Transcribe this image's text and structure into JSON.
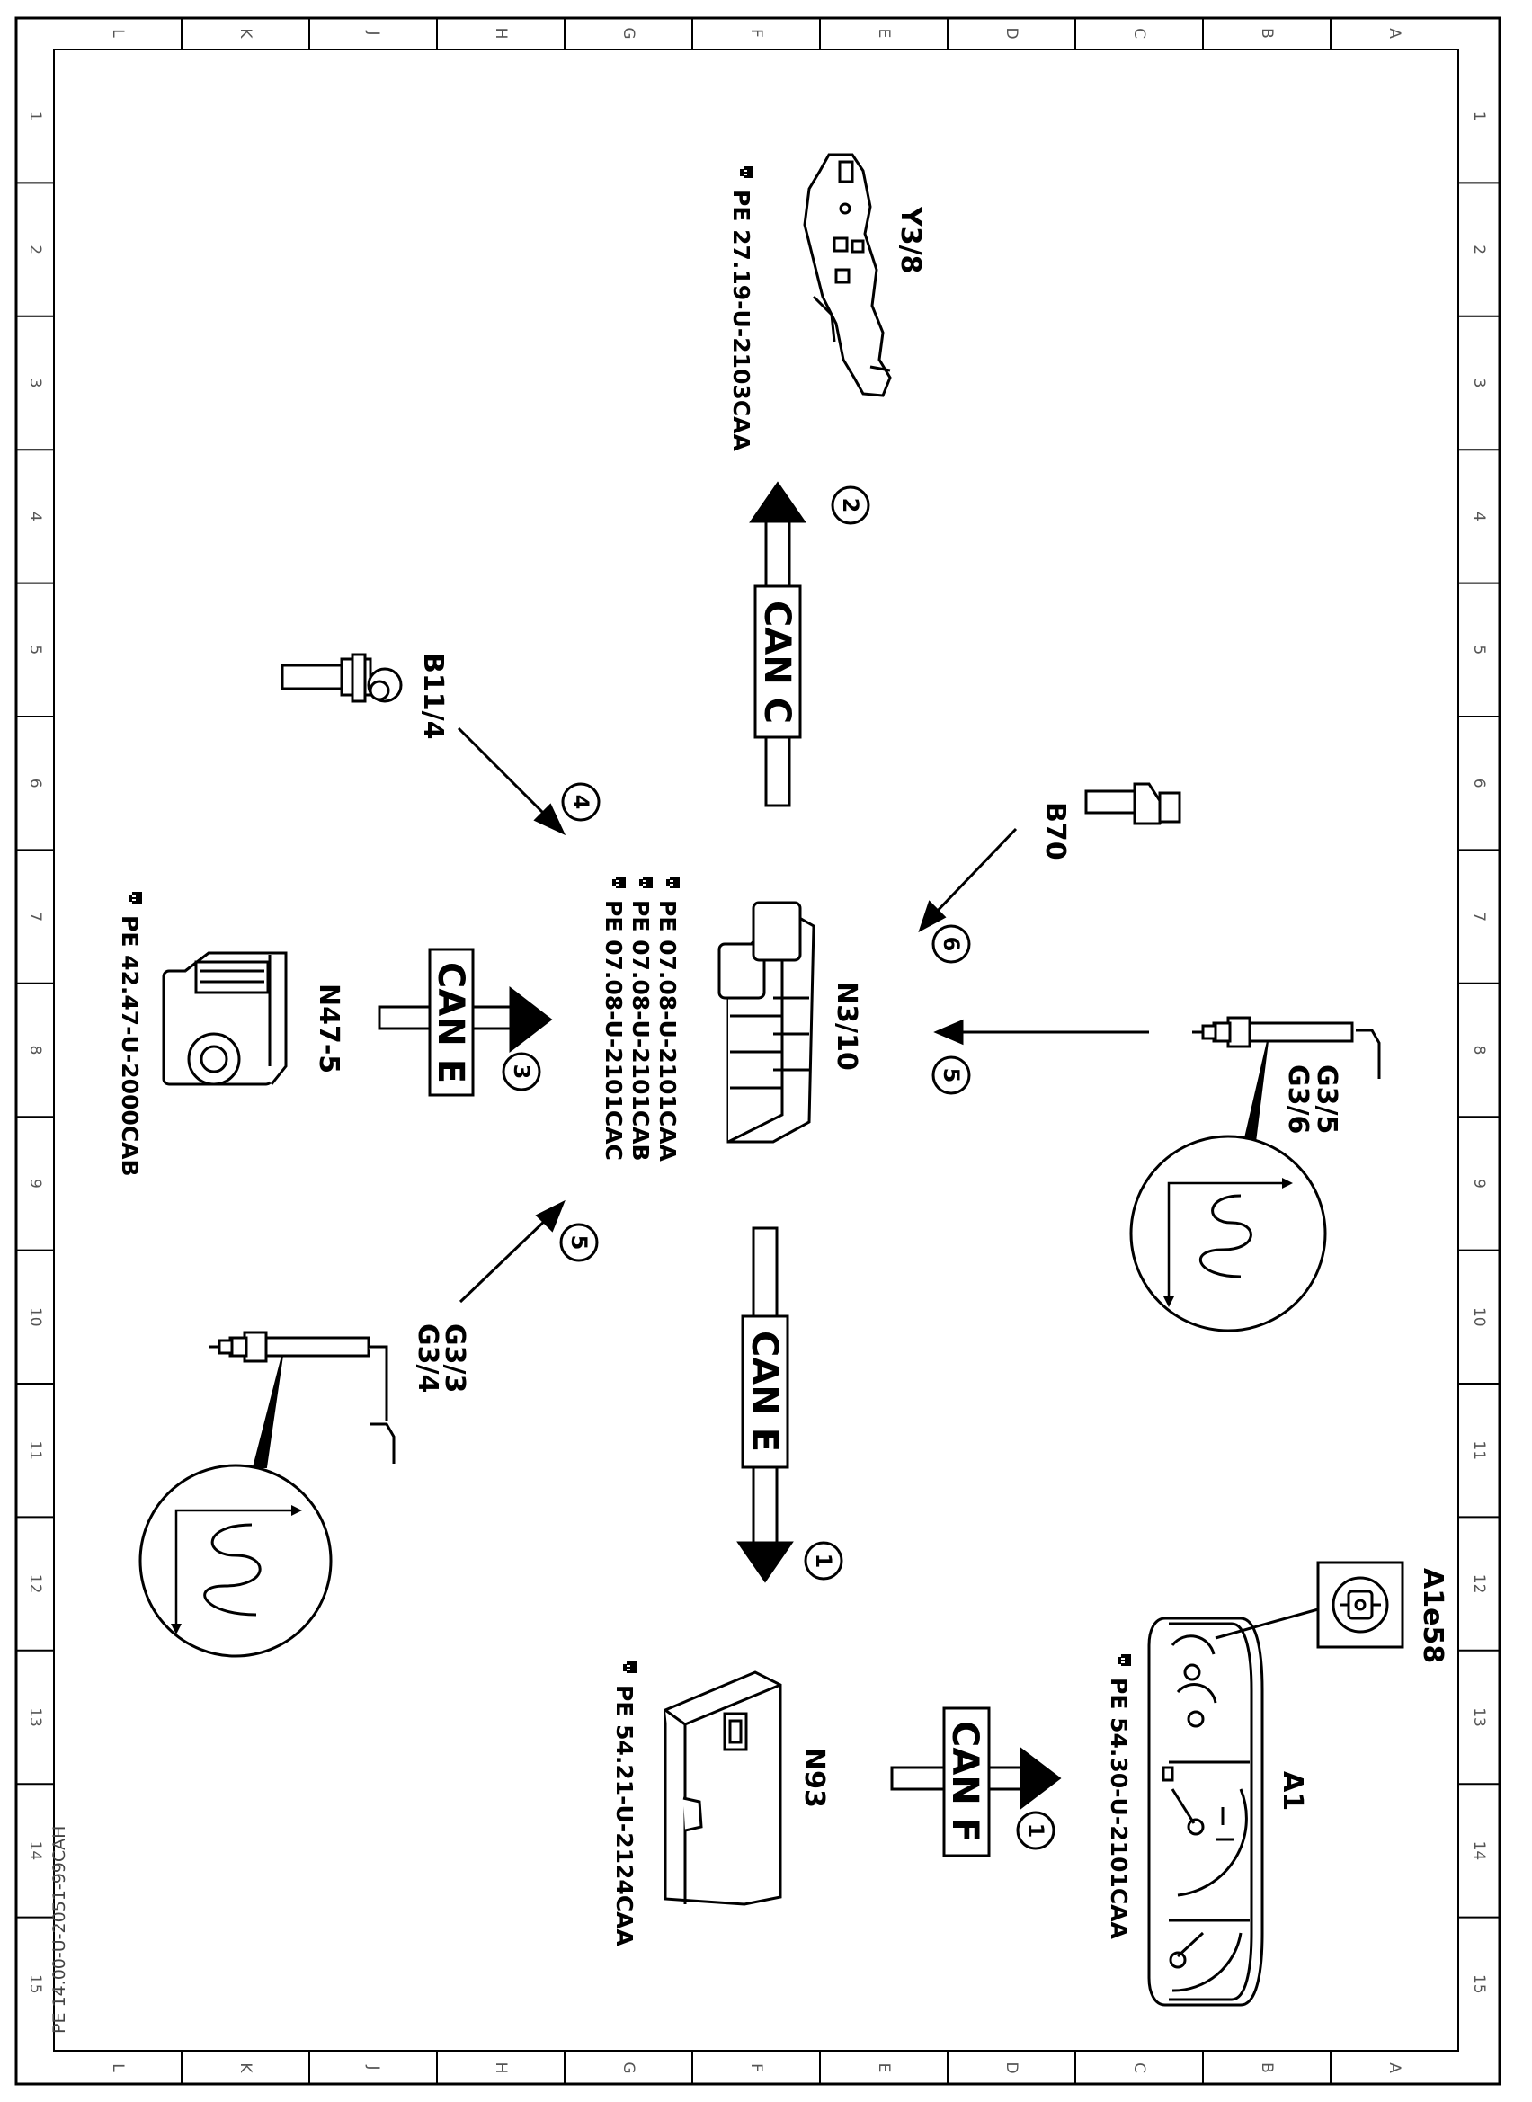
{
  "grid": {
    "columns": [
      "L",
      "K",
      "J",
      "H",
      "G",
      "F",
      "E",
      "D",
      "C",
      "B",
      "A"
    ],
    "rows": [
      "1",
      "2",
      "3",
      "4",
      "5",
      "6",
      "7",
      "8",
      "9",
      "10",
      "11",
      "12",
      "13",
      "14",
      "15"
    ]
  },
  "document_id": "PE 14.00-U-2051-99CAH",
  "components": {
    "y3_8": {
      "label": "Y3/8",
      "refs": [
        "PE 27.19-U-2103CAA"
      ]
    },
    "b11_4": {
      "label": "B11/4"
    },
    "b70": {
      "label": "B70"
    },
    "n3_10": {
      "label": "N3/10",
      "refs": [
        "PE 07.08-U-2101CAA",
        "PE 07.08-U-2101CAB",
        "PE 07.08-U-2101CAC"
      ]
    },
    "n47_5": {
      "label": "N47-5",
      "refs": [
        "PE 42.47-U-2000CAB"
      ]
    },
    "g3_5": {
      "label": "G3/5",
      "label2": "G3/6"
    },
    "g3_3": {
      "label": "G3/3",
      "label2": "G3/4"
    },
    "n93": {
      "label": "N93",
      "refs": [
        "PE 54.21-U-2124CAA"
      ]
    },
    "a1": {
      "label": "A1",
      "refs": [
        "PE 54.30-U-2101CAA"
      ]
    },
    "a1e58": {
      "label": "A1e58"
    }
  },
  "buses": {
    "can_c": "CAN C",
    "can_e_top": "CAN E",
    "can_e_bottom": "CAN E",
    "can_f": "CAN F"
  },
  "steps": {
    "s1a": "1",
    "s1b": "1",
    "s2": "2",
    "s3": "3",
    "s4": "4",
    "s5a": "5",
    "s5b": "5",
    "s6": "6"
  },
  "icons": {
    "pointer": "hand-pointer-icon"
  },
  "colors": {
    "ink": "#000000",
    "paper": "#ffffff"
  }
}
